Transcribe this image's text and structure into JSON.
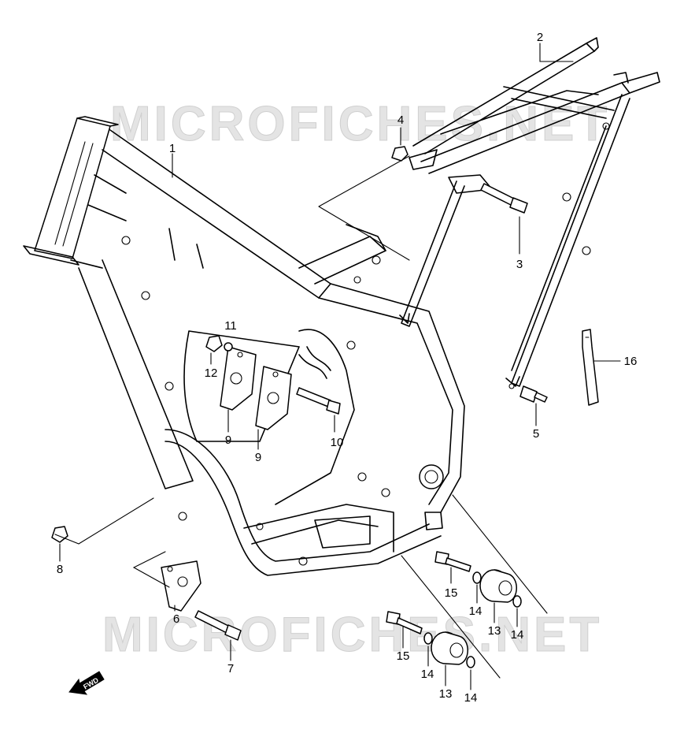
{
  "watermarks": [
    "MICROFICHES.NET",
    "MICROFICHES.NET"
  ],
  "fwd_label": "FWD",
  "parts": [
    {
      "id": "p1",
      "label": "1"
    },
    {
      "id": "p2",
      "label": "2"
    },
    {
      "id": "p3",
      "label": "3"
    },
    {
      "id": "p4",
      "label": "4"
    },
    {
      "id": "p5",
      "label": "5"
    },
    {
      "id": "p6",
      "label": "6"
    },
    {
      "id": "p7",
      "label": "7"
    },
    {
      "id": "p8",
      "label": "8"
    },
    {
      "id": "p9a",
      "label": "9"
    },
    {
      "id": "p9b",
      "label": "9"
    },
    {
      "id": "p10",
      "label": "10"
    },
    {
      "id": "p11",
      "label": "11"
    },
    {
      "id": "p12",
      "label": "12"
    },
    {
      "id": "p13a",
      "label": "13"
    },
    {
      "id": "p13b",
      "label": "13"
    },
    {
      "id": "p14a",
      "label": "14"
    },
    {
      "id": "p14b",
      "label": "14"
    },
    {
      "id": "p14c",
      "label": "14"
    },
    {
      "id": "p14d",
      "label": "14"
    },
    {
      "id": "p15a",
      "label": "15"
    },
    {
      "id": "p15b",
      "label": "15"
    },
    {
      "id": "p16",
      "label": "16"
    }
  ]
}
